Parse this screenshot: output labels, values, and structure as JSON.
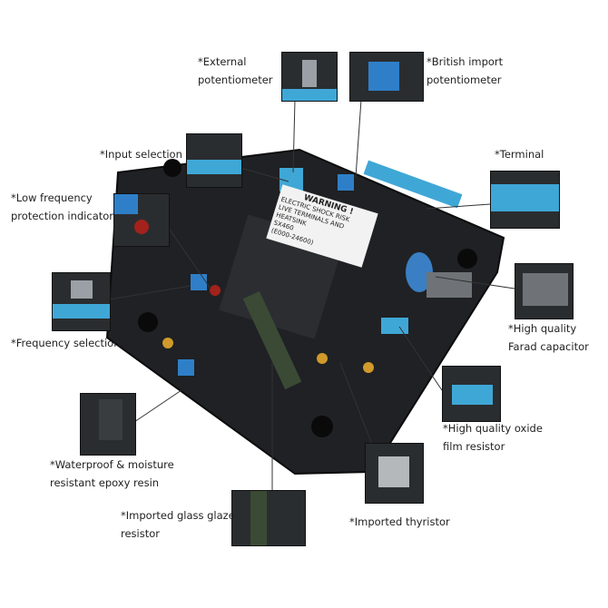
{
  "colors": {
    "board": "#1f2124",
    "terminal": "#3fa7d6",
    "capacitor": "#3a7fc4",
    "leader": "#333333"
  },
  "board_label": {
    "warning": "WARNING !",
    "line1": "ELECTRIC SHOCK RISK",
    "line2": "LIVE TERMINALS AND HEATSINK",
    "model": "SX460",
    "code": "(E000-24600)"
  },
  "callouts": [
    {
      "line1": "*External",
      "line2": "potentiometer"
    },
    {
      "line1": "*British import",
      "line2": "potentiometer"
    },
    {
      "line1": "*Input selection",
      "line2": ""
    },
    {
      "line1": "*Low frequency",
      "line2": "protection indicator"
    },
    {
      "line1": "*Terminal",
      "line2": ""
    },
    {
      "line1": "*Frequency selection",
      "line2": ""
    },
    {
      "line1": "*High quality",
      "line2": "Farad capacitor"
    },
    {
      "line1": "*High quality oxide",
      "line2": "film resistor"
    },
    {
      "line1": "*Waterproof & moisture",
      "line2": "resistant epoxy resin"
    },
    {
      "line1": "*Imported glass glaze",
      "line2": "resistor"
    },
    {
      "line1": "*Imported thyristor",
      "line2": ""
    }
  ]
}
